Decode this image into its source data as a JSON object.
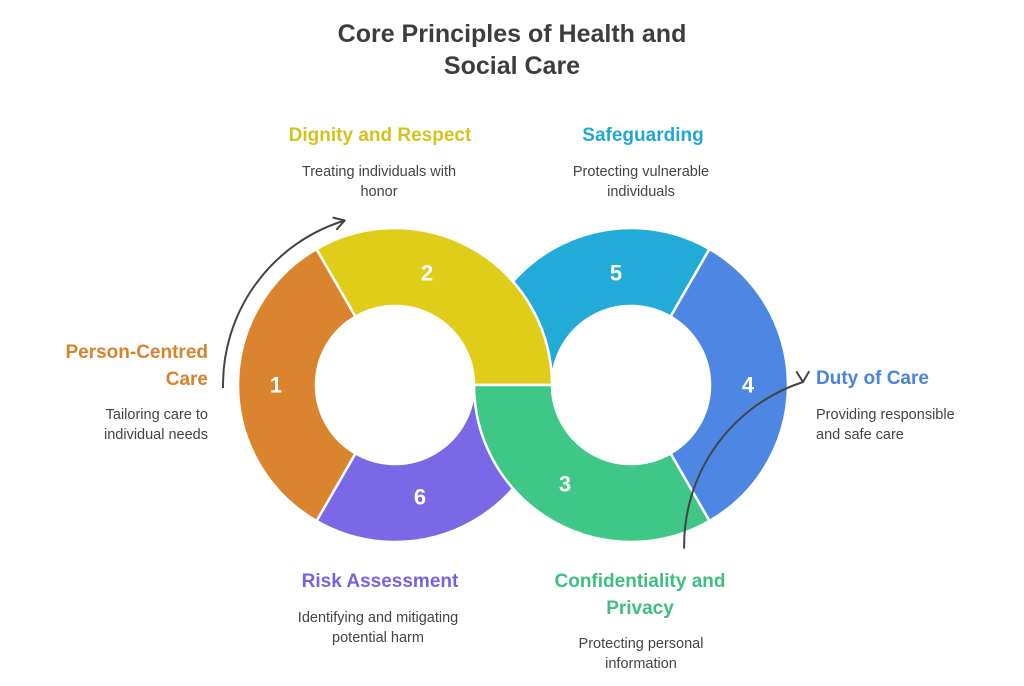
{
  "title": [
    "Core Principles of Health and",
    "Social Care"
  ],
  "steps": [
    {
      "number": "1",
      "title": [
        "Person-Centred",
        "Care"
      ],
      "description": [
        "Tailoring care to",
        "individual needs"
      ],
      "color": "#DB8430",
      "text_color": "#D9822E"
    },
    {
      "number": "2",
      "title": [
        "Dignity and Respect"
      ],
      "description": [
        "Treating individuals with",
        "honor"
      ],
      "color": "#DFCD1A",
      "text_color": "#D6C21C"
    },
    {
      "number": "3",
      "title": [
        "Confidentiality and",
        "Privacy"
      ],
      "description": [
        "Protecting personal",
        "information"
      ],
      "color": "#3EC786",
      "text_color": "#3DBF7F"
    },
    {
      "number": "4",
      "title": [
        "Duty of Care"
      ],
      "description": [
        "Providing responsible",
        "and safe care"
      ],
      "color": "#4E87E3",
      "text_color": "#4A84DF"
    },
    {
      "number": "5",
      "title": [
        "Safeguarding"
      ],
      "description": [
        "Protecting vulnerable",
        "individuals"
      ],
      "color": "#22ABD9",
      "text_color": "#22A7D5"
    },
    {
      "number": "6",
      "title": [
        "Risk Assessment"
      ],
      "description": [
        "Identifying and mitigating",
        "potential harm"
      ],
      "color": "#7A68E6",
      "text_color": "#7563E0"
    }
  ],
  "arrow_color": "#444444"
}
